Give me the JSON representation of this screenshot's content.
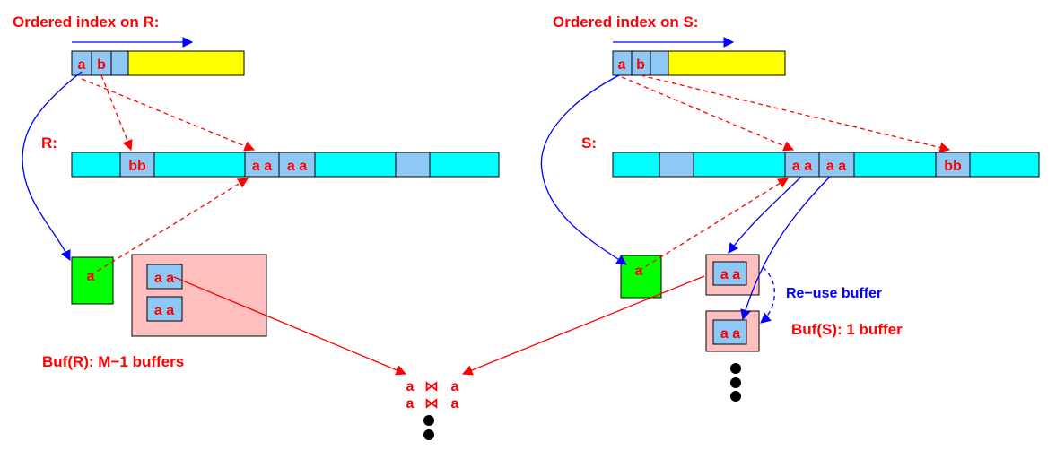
{
  "colors": {
    "red": "#ff0000",
    "blue": "#0000ff",
    "index_cell": "#8fc8f5",
    "yellow": "#ffff00",
    "cyan": "#00ffff",
    "green": "#00ff00",
    "buffer_pink": "#ffbfbf"
  },
  "left": {
    "title": "Ordered index on R:",
    "index_cells": [
      "a",
      "b"
    ],
    "relation_label": "R:",
    "relation_blocks": [
      "bb",
      "a a",
      "a a"
    ],
    "green_block": "a",
    "buffer_blocks": [
      "a a",
      "a a"
    ],
    "buffer_caption": "Buf(R): M−1 buffers"
  },
  "right": {
    "title": "Ordered index on S:",
    "index_cells": [
      "a",
      "b"
    ],
    "relation_label": "S:",
    "relation_blocks": [
      "a a",
      "a a",
      "bb"
    ],
    "green_block": "a",
    "buffer_blocks": [
      "a a",
      "a a"
    ],
    "reuse_label": "Re−use buffer",
    "buffer_caption": "Buf(S): 1 buffer"
  },
  "join": {
    "rows": [
      {
        "left": "a",
        "op": "⋈",
        "right": "a"
      },
      {
        "left": "a",
        "op": "⋈",
        "right": "a"
      }
    ]
  },
  "icons": [
    "right-arrow-icon",
    "ellipsis-dots-icon",
    "join-symbol-icon"
  ]
}
